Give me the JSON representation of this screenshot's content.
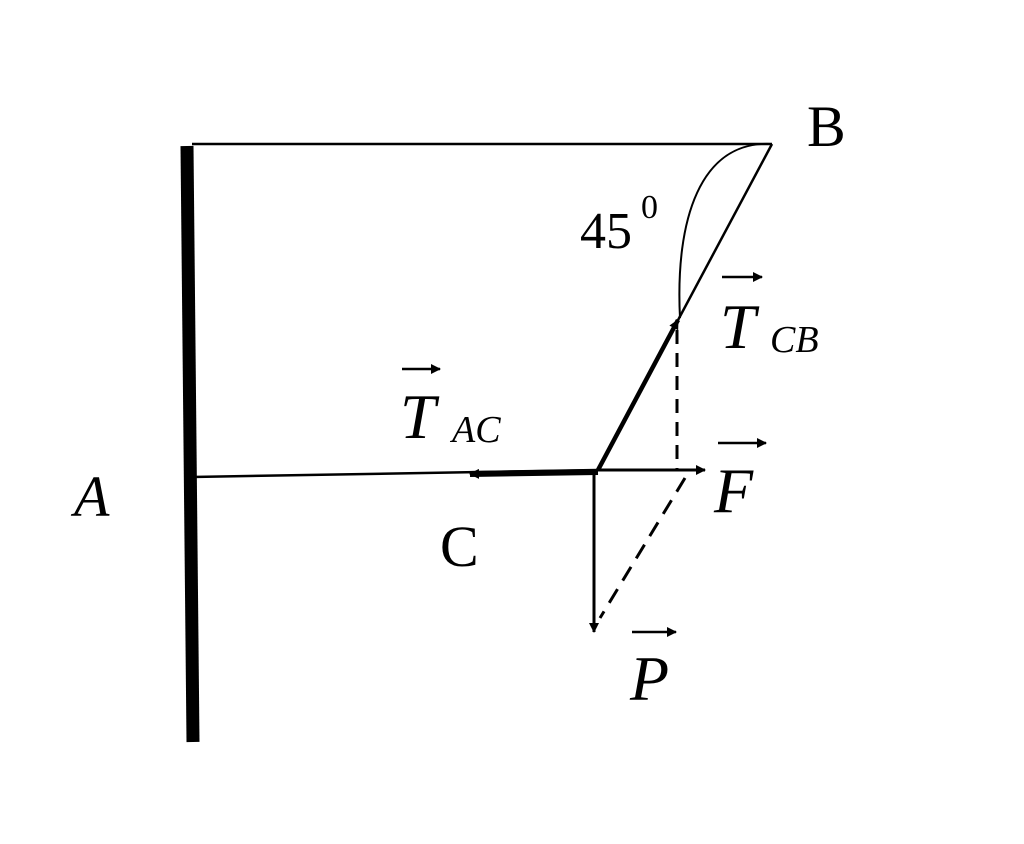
{
  "labels": {
    "point_a": "A",
    "point_b": "B",
    "point_c": "C",
    "angle": "45",
    "angle_sup": "0",
    "t_cb_main": "T",
    "t_cb_sub": "CB",
    "t_ac_main": "T",
    "t_ac_sub": "AC",
    "f": "F",
    "p": "P"
  },
  "colors": {
    "ink": "#000000",
    "background": "#ffffff"
  }
}
